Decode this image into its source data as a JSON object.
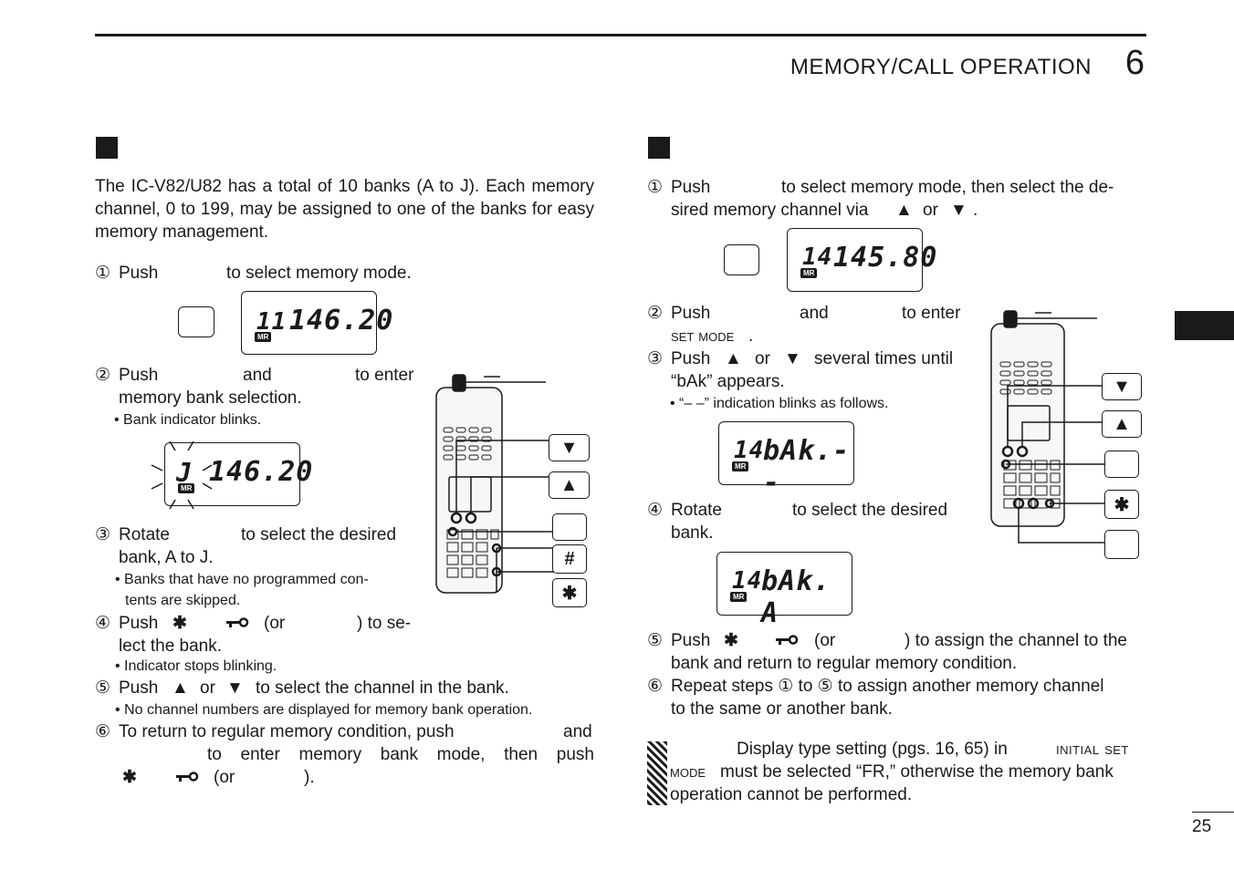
{
  "header": {
    "title": "MEMORY/CALL OPERATION",
    "chapter": "6"
  },
  "left": {
    "intro": "The IC-V82/U82 has a total of 10 banks (A to J). Each memory channel, 0 to 199, may be assigned to one of the banks for easy memory management.",
    "s1_num": "①",
    "s1_a": "Push",
    "s1_b": "to select memory mode.",
    "lcd1_ch": "11",
    "lcd1_freq": "146.20",
    "mr": "MR",
    "s2_num": "②",
    "s2_a": "Push",
    "s2_b": "and",
    "s2_c": "to enter",
    "s2_d": "memory bank selection.",
    "s2_note": "• Bank indicator blinks.",
    "lcd2_bank": "J",
    "lcd2_freq": "146.20",
    "s3_num": "③",
    "s3_a": "Rotate",
    "s3_b": "to select the desired",
    "s3_c": "bank, A to J.",
    "s3_note1": "• Banks that have no programmed con-",
    "s3_note2": "tents are skipped.",
    "s4_num": "④",
    "s4_a": "Push",
    "s4_or": "(or",
    "s4_b": ") to se-",
    "s4_c": "lect the bank.",
    "s4_note": "• Indicator stops blinking.",
    "s5_num": "⑤",
    "s5_a": "Push",
    "s5_or": "or",
    "s5_b": "to select the channel in the bank.",
    "s5_note": "• No channel numbers are displayed for memory bank operation.",
    "s6_num": "⑥",
    "s6_a": "To return to regular memory condition, push",
    "s6_b": "and",
    "s6_c": "to enter memory bank mode, then push",
    "s6_or": "(or",
    "s6_end": ")."
  },
  "right": {
    "s1_num": "①",
    "s1_a": "Push",
    "s1_b": "to select memory mode, then select the de-",
    "s1_c": "sired memory channel via",
    "s1_or": "or",
    "s1_dot": ".",
    "lcd1_ch": "14",
    "lcd1_freq": "145.80",
    "s2_num": "②",
    "s2_a": "Push",
    "s2_b": "and",
    "s2_c": "to enter",
    "s2_d": "set mode",
    "s2_dot": ".",
    "s3_num": "③",
    "s3_a": "Push",
    "s3_or": "or",
    "s3_b": "several times until",
    "s3_c": "“bAk” appears.",
    "s3_note": "• “– –” indication blinks as follows.",
    "lcd2_ch": "14",
    "lcd2_txt": "bAk.--",
    "s4_num": "④",
    "s4_a": "Rotate",
    "s4_b": "to select the desired",
    "s4_c": "bank.",
    "lcd3_ch": "14",
    "lcd3_txt": "bAk. A",
    "s5_num": "⑤",
    "s5_a": "Push",
    "s5_or": "(or",
    "s5_b": ") to assign the channel to the",
    "s5_c": "bank and return to regular memory condition.",
    "s6_num": "⑥",
    "s6_a": "Repeat steps ① to ⑤ to assign another memory channel",
    "s6_b": "to the same or another bank.",
    "note_a": "Display type setting (pgs. 16, 65) in",
    "note_sc1": "initial set",
    "note_sc2": "mode",
    "note_b": "must be selected “FR,” otherwise the memory bank",
    "note_c": "operation cannot be performed."
  },
  "glyphs": {
    "up": "▲",
    "down": "▼",
    "star": "✱",
    "key": "⊷",
    "hash": "#"
  },
  "footer": {
    "page": "25"
  }
}
